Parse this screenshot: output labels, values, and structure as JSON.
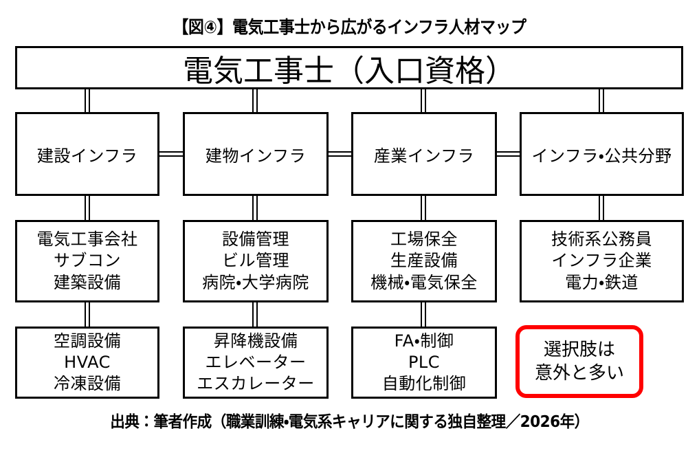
{
  "figure": {
    "title": "【図④】電気工事士から広がるインフラ人材マップ",
    "source": "出典：筆者作成（職業訓練・電気系キャリアに関する独自整理／2026年）"
  },
  "root": {
    "label": "電気工事士（入口資格）"
  },
  "columns": [
    {
      "category": "建設インフラ",
      "roles": {
        "line1": "電気工事会社",
        "line2": "サブコン",
        "line3": "建築設備"
      },
      "specialties": {
        "line1": "空調設備",
        "line2": "HVAC",
        "line3": "冷凍設備"
      }
    },
    {
      "category": "建物インフラ",
      "roles": {
        "line1": "設備管理",
        "line2": "ビル管理",
        "line3": "病院・大学病院"
      },
      "specialties": {
        "line1": "昇降機設備",
        "line2": "エレベーター",
        "line3": "エスカレーター"
      }
    },
    {
      "category": "産業インフラ",
      "roles": {
        "line1": "工場保全",
        "line2": "生産設備",
        "line3": "機械・電気保全"
      },
      "specialties": {
        "line1": "FA・制御",
        "line2": "PLC",
        "line3": "自動化制御"
      }
    },
    {
      "category": "インフラ・公共分野",
      "roles": {
        "line1": "技術系公務員",
        "line2": "インフラ企業",
        "line3": "電力・鉄道"
      },
      "specialties": null
    }
  ],
  "callout": {
    "line1": "選択肢は",
    "line2": "意外と多い",
    "border_color": "#ff0000"
  },
  "style": {
    "box_border_color": "#000000",
    "background": "#ffffff"
  }
}
